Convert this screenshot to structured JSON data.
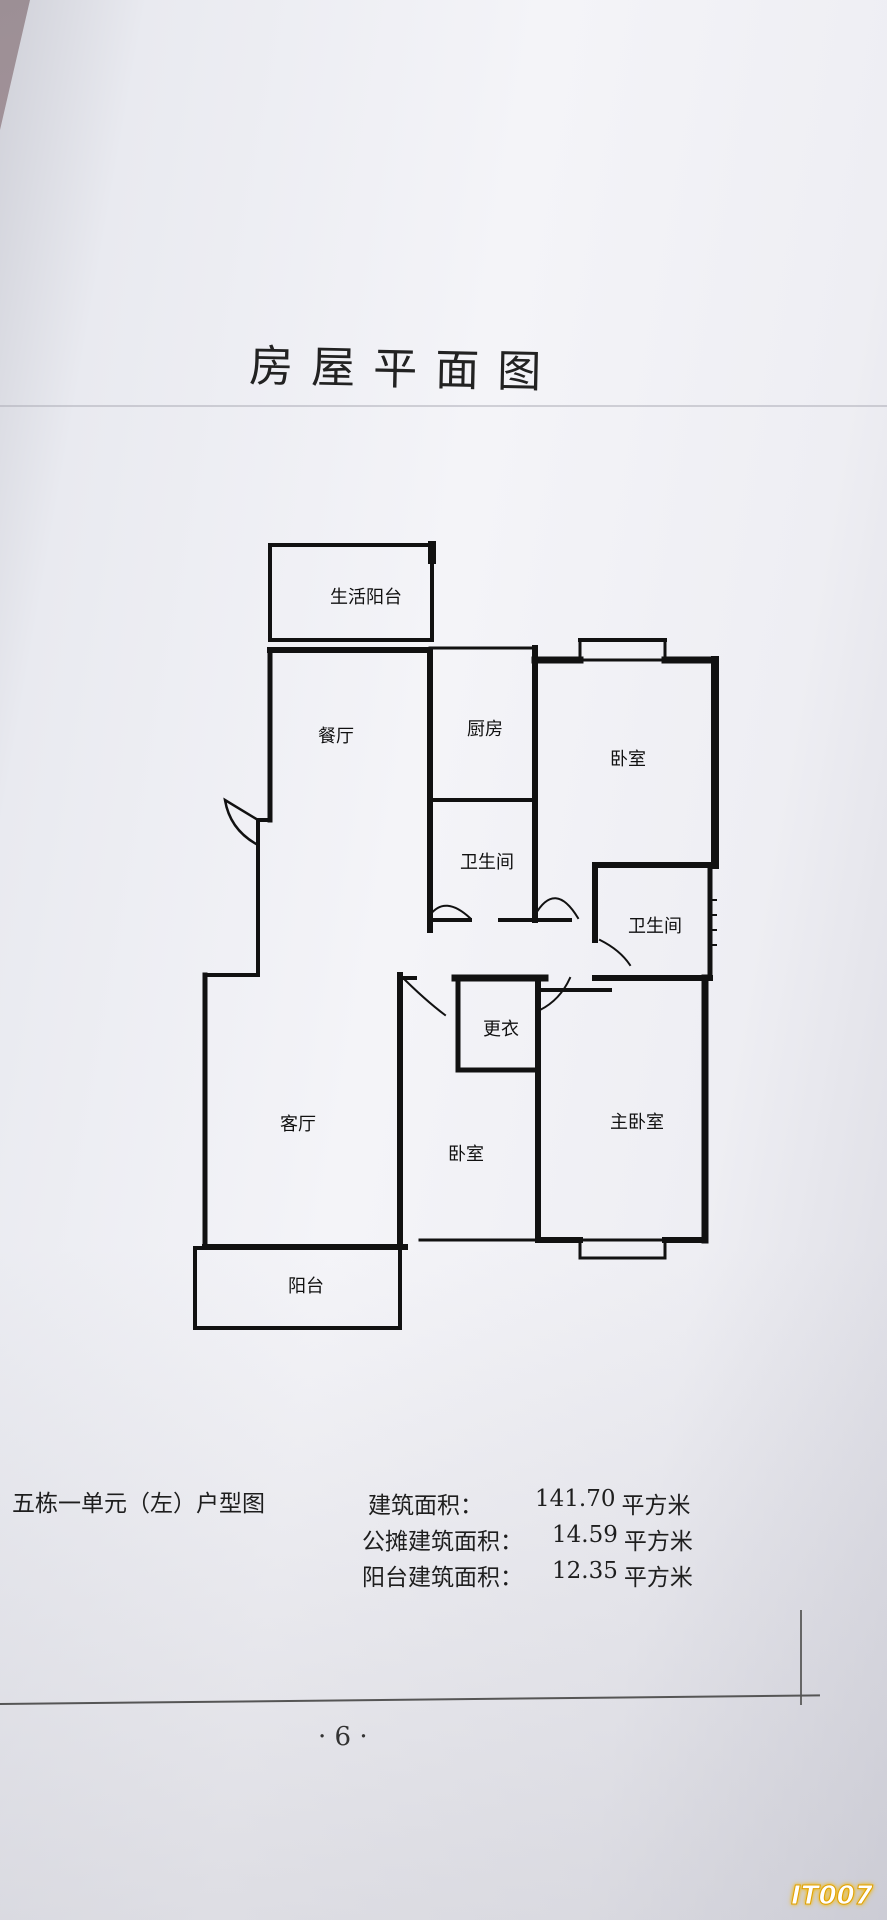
{
  "title": "房屋平面图",
  "rooms": {
    "utility_balcony": "生活阳台",
    "dining_room": "餐厅",
    "kitchen": "厨房",
    "bathroom_1": "卫生间",
    "bedroom_1": "卧室",
    "bathroom_2": "卫生间",
    "dressing": "更衣",
    "living_room": "客厅",
    "bedroom_2": "卧室",
    "master_bedroom": "主卧室",
    "balcony": "阳台"
  },
  "unit_description": "五栋一单元（左）户型图",
  "areas": [
    {
      "label": "建筑面积：",
      "value": "141.70",
      "unit": "平方米"
    },
    {
      "label": "公摊建筑面积：",
      "value": "14.59",
      "unit": "平方米"
    },
    {
      "label": "阳台建筑面积：",
      "value": "12.35",
      "unit": "平方米"
    }
  ],
  "page_number": "· 6 ·",
  "brand": "IT007"
}
